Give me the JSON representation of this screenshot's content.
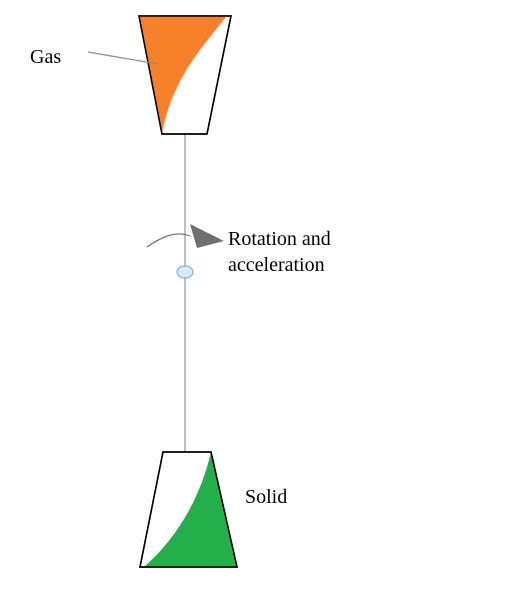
{
  "labels": {
    "gas": "Gas",
    "rotation_line1": "Rotation and",
    "rotation_line2": "acceleration",
    "solid": "Solid"
  },
  "colors": {
    "gas_fill": "#F5822A",
    "solid_fill": "#23B04B",
    "connector": "#BFBFBF",
    "arrow": "#707070",
    "pivot_fill": "#D3ECF7",
    "pivot_stroke": "#8FAFC4",
    "container_stroke": "#000000"
  }
}
